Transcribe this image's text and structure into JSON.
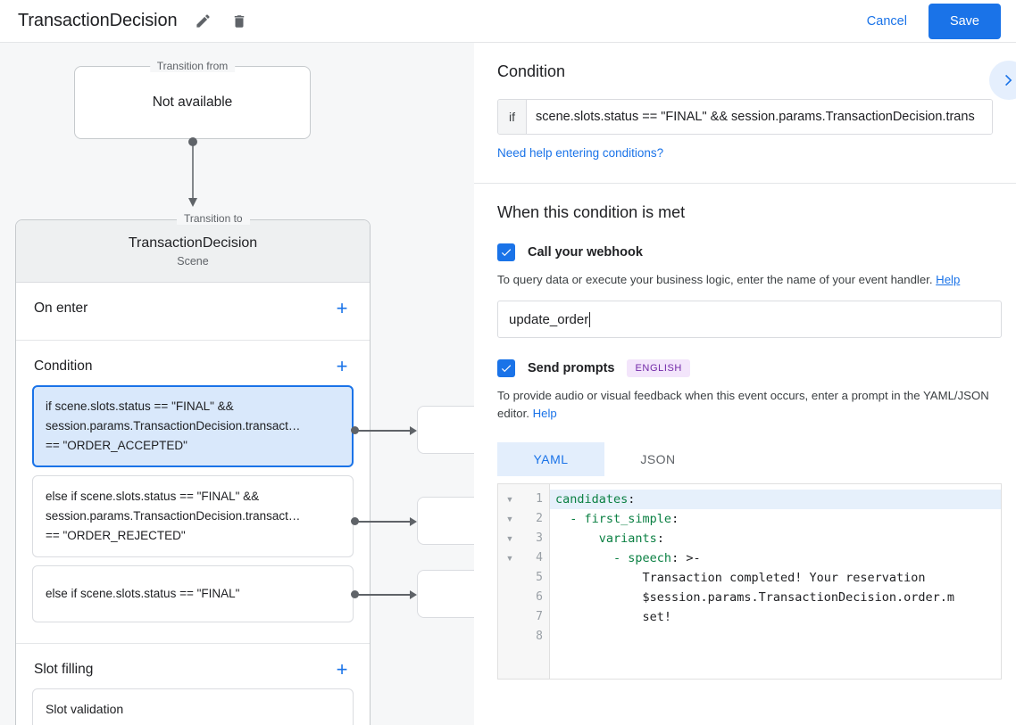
{
  "topbar": {
    "title": "TransactionDecision",
    "edit_icon": "pencil-icon",
    "delete_icon": "trash-icon",
    "cancel_label": "Cancel",
    "save_label": "Save",
    "accent_color": "#1a73e8"
  },
  "canvas": {
    "transition_from": {
      "legend": "Transition from",
      "value": "Not available"
    },
    "transition_to": {
      "legend": "Transition to",
      "name": "TransactionDecision",
      "type": "Scene"
    },
    "sections": [
      {
        "title": "On enter",
        "add_icon": "plus-icon"
      },
      {
        "title": "Condition",
        "add_icon": "plus-icon"
      },
      {
        "title": "Slot filling",
        "add_icon": "plus-icon"
      }
    ],
    "conditions": [
      {
        "selected": true,
        "lines": [
          "if scene.slots.status == \"FINAL\" &&",
          "session.params.TransactionDecision.transact…",
          "== \"ORDER_ACCEPTED\""
        ]
      },
      {
        "selected": false,
        "lines": [
          "else if scene.slots.status == \"FINAL\" &&",
          "session.params.TransactionDecision.transact…",
          "== \"ORDER_REJECTED\""
        ]
      },
      {
        "selected": false,
        "lines": [
          "else if scene.slots.status == \"FINAL\""
        ]
      }
    ],
    "slot_filling_item": "Slot validation"
  },
  "condition_panel": {
    "heading": "Condition",
    "expand_icon": "chevron-right-icon",
    "if_prefix": "if",
    "expression": "scene.slots.status == \"FINAL\" && session.params.TransactionDecision.trans",
    "help_link": "Need help entering conditions?"
  },
  "when_met": {
    "heading": "When this condition is met",
    "webhook": {
      "checked": true,
      "label": "Call your webhook",
      "helper": "To query data or execute your business logic, enter the name of your event handler.",
      "help_label": "Help",
      "value": "update_order"
    },
    "prompts": {
      "checked": true,
      "label": "Send prompts",
      "badge": "ENGLISH",
      "badge_bg": "#f3e5fb",
      "badge_color": "#7229a8",
      "helper": "To provide audio or visual feedback when this event occurs, enter a prompt in the YAML/JSON editor.",
      "help_label": "Help",
      "tabs": [
        {
          "label": "YAML",
          "active": true
        },
        {
          "label": "JSON",
          "active": false
        }
      ]
    }
  },
  "editor": {
    "lines": [
      {
        "n": "1",
        "fold": true,
        "highlight": true,
        "text": "candidates:"
      },
      {
        "n": "2",
        "fold": true,
        "highlight": false,
        "text": "  - first_simple:"
      },
      {
        "n": "3",
        "fold": true,
        "highlight": false,
        "text": "      variants:"
      },
      {
        "n": "4",
        "fold": true,
        "highlight": false,
        "text": "        - speech: >-"
      },
      {
        "n": "5",
        "fold": false,
        "highlight": false,
        "text": "            Transaction completed! Your reservation"
      },
      {
        "n": "6",
        "fold": false,
        "highlight": false,
        "text": "            $session.params.TransactionDecision.order.m"
      },
      {
        "n": "7",
        "fold": false,
        "highlight": false,
        "text": "            set!"
      },
      {
        "n": "8",
        "fold": false,
        "highlight": false,
        "text": ""
      }
    ],
    "key_color": "#0b8043"
  }
}
